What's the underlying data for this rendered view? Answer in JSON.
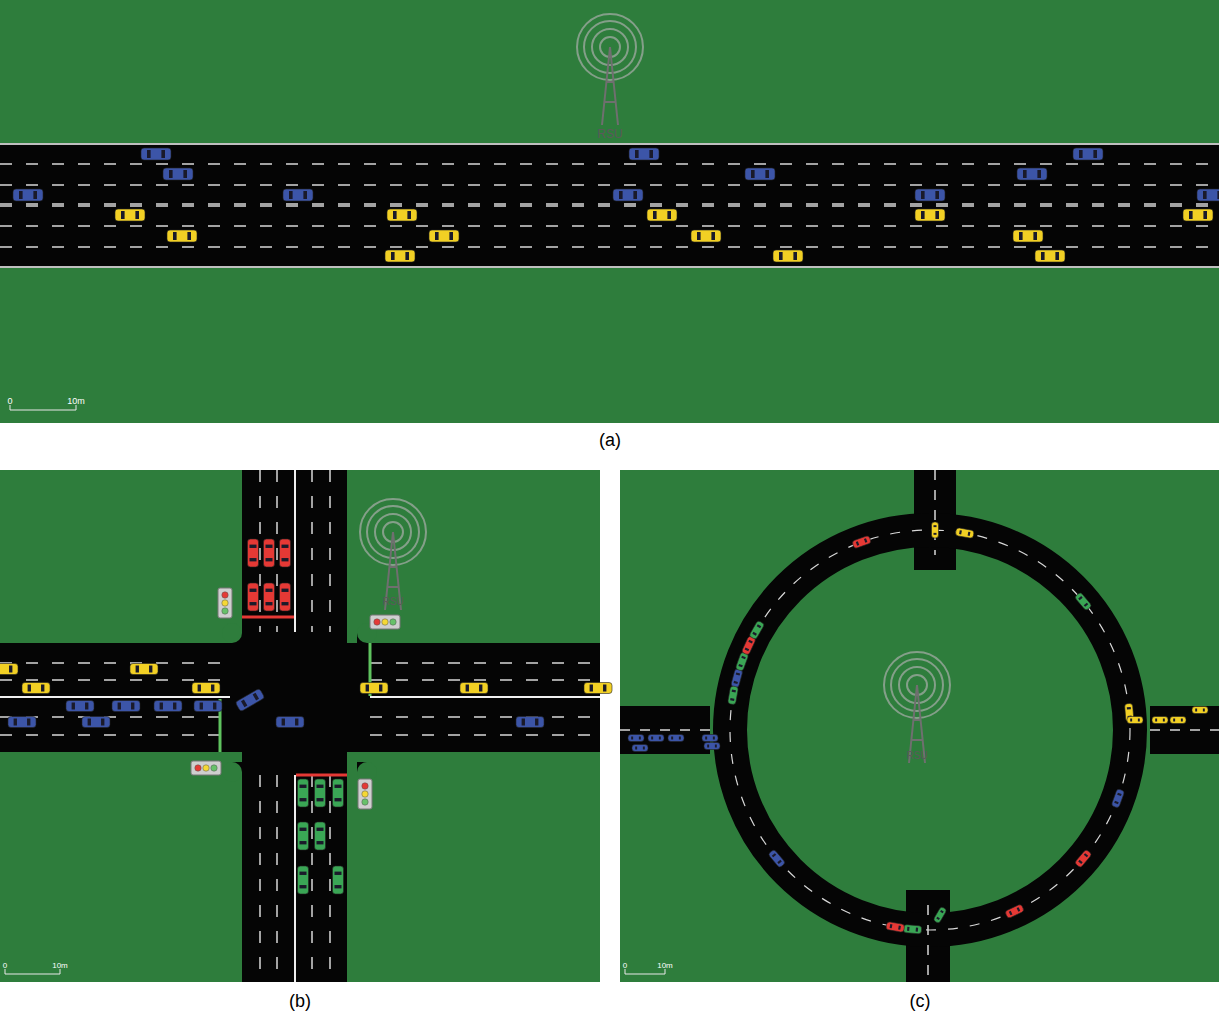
{
  "diagram": {
    "labels": [
      "RSU",
      "0",
      "10m",
      "(a)",
      "RSU",
      "0",
      "10m",
      "(b)",
      "RSU",
      "0",
      "10m",
      "(c)"
    ]
  }
}
